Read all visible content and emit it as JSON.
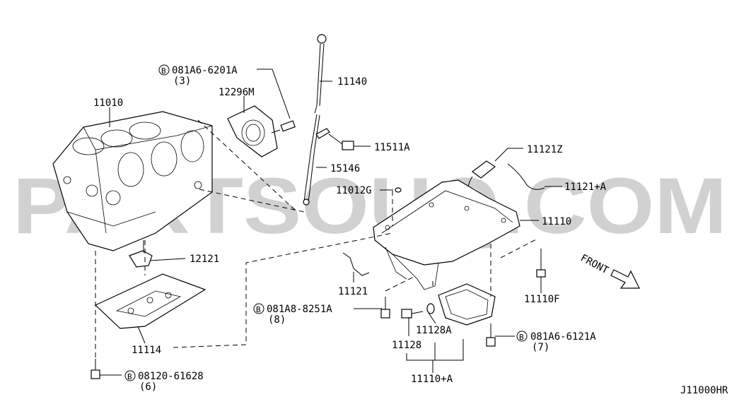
{
  "watermark": "PARTSOUQ.COM",
  "diagram_code": "J11000HR",
  "front_label": "FRONT",
  "callouts": {
    "block": "11010",
    "bolt_6201a": "081A6-6201A",
    "bolt_6201a_qty": "(3)",
    "seal_retainer": "12296M",
    "dipstick": "11140",
    "bolt_11511a": "11511A",
    "guide_tube": "15146",
    "gasket_11012g": "11012G",
    "hose_11121z": "11121Z",
    "clip_11121a": "11121+A",
    "oil_pan": "11110",
    "bolt_11110f": "11110F",
    "sensor_12121": "12121",
    "bracket_11121": "11121",
    "bolt_8251a": "081A8-8251A",
    "bolt_8251a_qty": "(8)",
    "drain_plug": "11128",
    "washer": "11128A",
    "bolt_6121a": "081A6-6121A",
    "bolt_6121a_qty": "(7)",
    "baffle": "11114",
    "lower_pan": "11110+A",
    "bolt_61628": "08120-61628",
    "bolt_61628_qty": "(6)"
  },
  "b_marker": "B"
}
